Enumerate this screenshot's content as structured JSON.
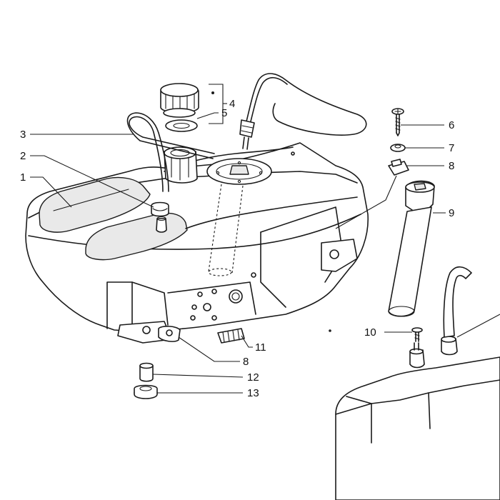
{
  "callouts": [
    {
      "id": "c1",
      "label": "1"
    },
    {
      "id": "c2",
      "label": "2"
    },
    {
      "id": "c3",
      "label": "3"
    },
    {
      "id": "c4",
      "label": "4"
    },
    {
      "id": "c5",
      "label": "5"
    },
    {
      "id": "c6",
      "label": "6"
    },
    {
      "id": "c7",
      "label": "7"
    },
    {
      "id": "c8a",
      "label": "8"
    },
    {
      "id": "c9",
      "label": "9"
    },
    {
      "id": "c10",
      "label": "10"
    },
    {
      "id": "c11",
      "label": "11"
    },
    {
      "id": "c8b",
      "label": "8"
    },
    {
      "id": "c12",
      "label": "12"
    },
    {
      "id": "c13",
      "label": "13"
    }
  ]
}
